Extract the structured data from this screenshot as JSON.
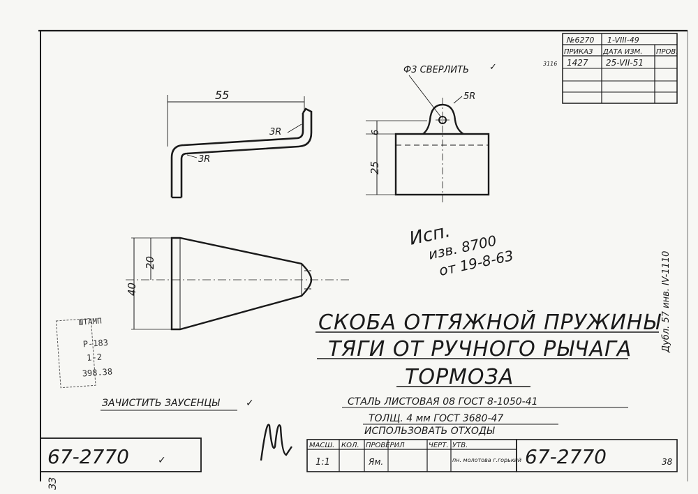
{
  "revision_table": {
    "header_top": [
      "№6270",
      "1-VIII-49"
    ],
    "columns": [
      "ПРИКАЗ",
      "ДАТА ИЗМ.",
      "ПРОВ."
    ],
    "side_number": "3116",
    "row": [
      "1427",
      "25-VII-51",
      ""
    ]
  },
  "dimensions": {
    "length_55": "55",
    "radius_3r_top": "3R",
    "radius_3r_bottom": "3R",
    "drill": "Ф3 СВЕРЛИТЬ",
    "radius_5r": "5R",
    "height_6": "6",
    "height_25": "25",
    "width_20": "20",
    "width_40": "40"
  },
  "handwritten_note": {
    "line1": "Исп.",
    "line2": "изв. 8700",
    "line3": "от 19-8-63"
  },
  "side_vertical_note": "Дубл. 57 инв. IV-1110",
  "title": {
    "line1": "СКОБА ОТТЯЖНОЙ ПРУЖИНЫ",
    "line2": "ТЯГИ ОТ РУЧНОГО РЫЧАГА",
    "line3": "ТОРМОЗА"
  },
  "material": {
    "line1": "СТАЛЬ ЛИСТОВАЯ 08 ГОСТ 8-1050-41",
    "line2": "ТОЛЩ. 4 мм ГОСТ 3680-47",
    "line3": "ИСПОЛЬЗОВАТЬ ОТХОДЫ"
  },
  "deburr_note": "ЗАЧИСТИТЬ ЗАУСЕНЦЫ",
  "stamp": {
    "title": "ШТАМП",
    "l1": "Р-183",
    "l2": "1-2",
    "l3": "398.38"
  },
  "part_number_left": "67-2770",
  "part_number_right": "67-2770",
  "sheet_ref": "38",
  "bottom_table": {
    "headers": [
      "МАСШ.",
      "КОЛ.",
      "ПРОВЕРИЛ",
      "ЧЕРТ.",
      "УТВ."
    ],
    "scale": "1:1",
    "checked_by": "Ям.",
    "approved_by": "пн. молотова г.горький"
  },
  "corner_mark": "ЗЗ"
}
